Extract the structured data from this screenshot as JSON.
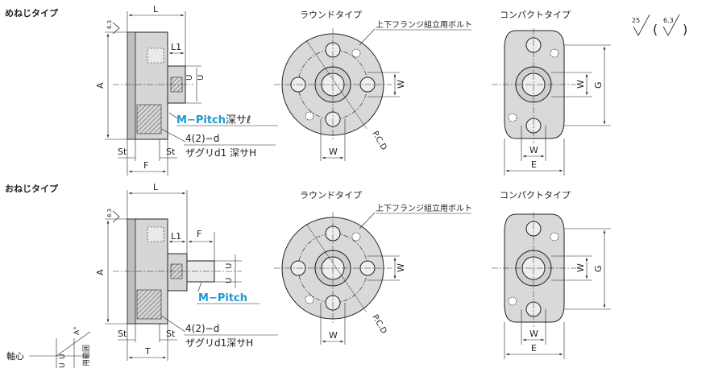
{
  "female": {
    "title": "めねじタイプ",
    "surface_mark": "6.3",
    "dims": {
      "L": "L",
      "L1": "L1",
      "A": "A",
      "U1": "U",
      "U2": "U",
      "St1": "St",
      "St2": "St",
      "F": "F",
      "d": "4(2)−d",
      "counterbore": "ザグリd1 深サH"
    },
    "pitch": {
      "blue": "M−Pitch",
      "rest": "深サ",
      "ell": "ℓ"
    }
  },
  "male": {
    "title": "おねじタイプ",
    "surface_mark": "6.3",
    "dims": {
      "L": "L",
      "L1": "L1",
      "F": "F",
      "A": "A",
      "U1": "U",
      "U2": "U",
      "St1": "St",
      "St2": "St",
      "T": "T",
      "d": "4(2)−d",
      "counterbore": "ザグリd1深サH"
    },
    "pitch": {
      "blue": "M−Pitch"
    }
  },
  "round_top": {
    "title": "ラウンドタイプ",
    "bolt_label": "上下フランジ組立用ボルト",
    "W_h": "W",
    "W_v": "W",
    "pcd": "P.C.D"
  },
  "round_bottom": {
    "title": "ラウンドタイプ",
    "bolt_label": "上下フランジ組立用ボルト",
    "W_h": "W",
    "W_v": "W",
    "pcd": "P.C.D"
  },
  "compact_top": {
    "title": "コンパクトタイプ",
    "W_h": "W",
    "W_v": "W",
    "G": "G",
    "E": "E"
  },
  "compact_bottom": {
    "title": "コンパクトタイプ",
    "W_h": "W",
    "W_v": "W",
    "G": "G",
    "E": "E"
  },
  "roughness": {
    "main": "25",
    "paren_open": "(",
    "inner": "6.3",
    "paren_close": ")"
  },
  "axis_note": {
    "axis": "軸心",
    "range": "用範囲",
    "angle": "A°",
    "u1": "U",
    "u2": "U"
  }
}
